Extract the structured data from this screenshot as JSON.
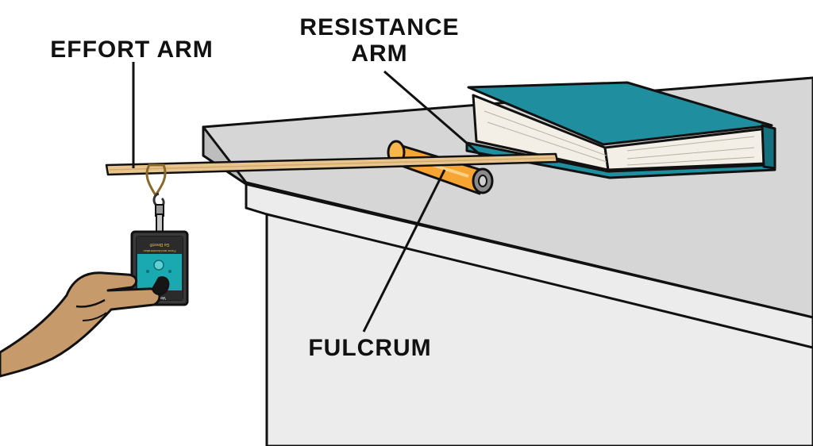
{
  "labels": {
    "effort_arm": "EFFORT ARM",
    "resistance_arm_line1": "RESISTANCE",
    "resistance_arm_line2": "ARM",
    "fulcrum": "FULCRUM"
  },
  "sensor": {
    "title": "Go Direct®",
    "subtitle": "Force and Acceleration",
    "brand": "Vernier"
  },
  "icons": [
    "hand-icon",
    "force-sensor-icon",
    "book-icon",
    "fulcrum-cylinder-icon",
    "hook-icon"
  ],
  "colors": {
    "table_top": "#d6d6d6",
    "table_side": "#e9e9e9",
    "book_cover": "#1f8f9f",
    "book_pages": "#f3efe6",
    "fulcrum": "#f6a533",
    "lever": "#e8c58f",
    "sensor_face": "#1aa9b0",
    "skin": "#c79a6b",
    "outline": "#111111"
  }
}
